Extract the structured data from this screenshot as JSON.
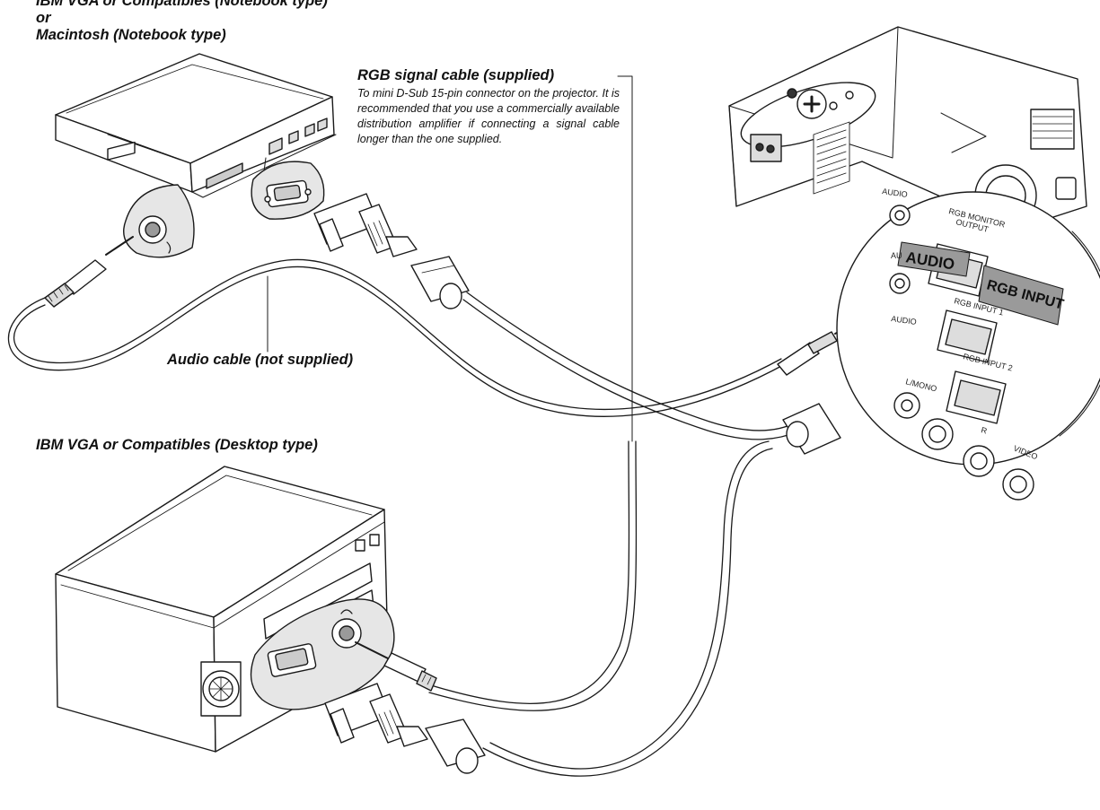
{
  "labels": {
    "notebook_line1": "IBM VGA or Compatibles (Notebook type)",
    "notebook_line2": "or",
    "notebook_line3": "Macintosh (Notebook type)",
    "rgb_cable_title": "RGB signal cable (supplied)",
    "rgb_cable_note": "To mini D-Sub 15-pin connector on the projector. It is recommended that you use a commercially available distribution amplifier if connecting a signal cable longer than the one supplied.",
    "audio_cable": "Audio cable (not supplied)",
    "desktop": "IBM VGA or Compatibles (Desktop type)"
  },
  "panel": {
    "audio_tag": "AUDIO",
    "rgb_input_tag": "RGB INPUT",
    "audio_top": "AUDIO",
    "audio_mid": "AU",
    "audio_low": "AUDIO",
    "rgb_monitor_l1": "RGB MONITOR",
    "rgb_monitor_l2": "OUTPUT",
    "rgb_input_1": "RGB INPUT 1",
    "rgb_input_2": "RGB INPUT 2",
    "l_mono": "L/MONO",
    "r": "R",
    "video": "VIDEO"
  },
  "colors": {
    "line": "#1a1a1a",
    "ground": "#ffffff",
    "shade": "#bdbdbd",
    "tag": "#9a9a9a"
  }
}
